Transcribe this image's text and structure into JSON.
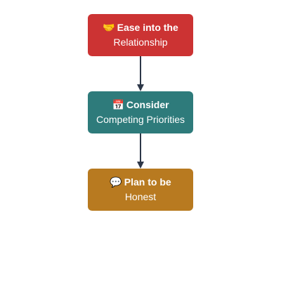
{
  "nodes": [
    {
      "icon": "handshake-icon",
      "glyph": "🤝",
      "title": "Ease into the",
      "subtitle": "Relationship",
      "color": "#cc3333"
    },
    {
      "icon": "calendar-icon",
      "glyph": "📅",
      "title": "Consider",
      "subtitle": "Competing Priorities",
      "color": "#2e7b7b"
    },
    {
      "icon": "speech-bubble-icon",
      "glyph": "💬",
      "title": "Plan to be",
      "subtitle": "Honest",
      "color": "#b87a20"
    }
  ],
  "edges": [
    {
      "from": 0,
      "to": 1
    },
    {
      "from": 1,
      "to": 2
    }
  ],
  "colors": {
    "arrow": "#2d3748",
    "background": "#ffffff"
  }
}
